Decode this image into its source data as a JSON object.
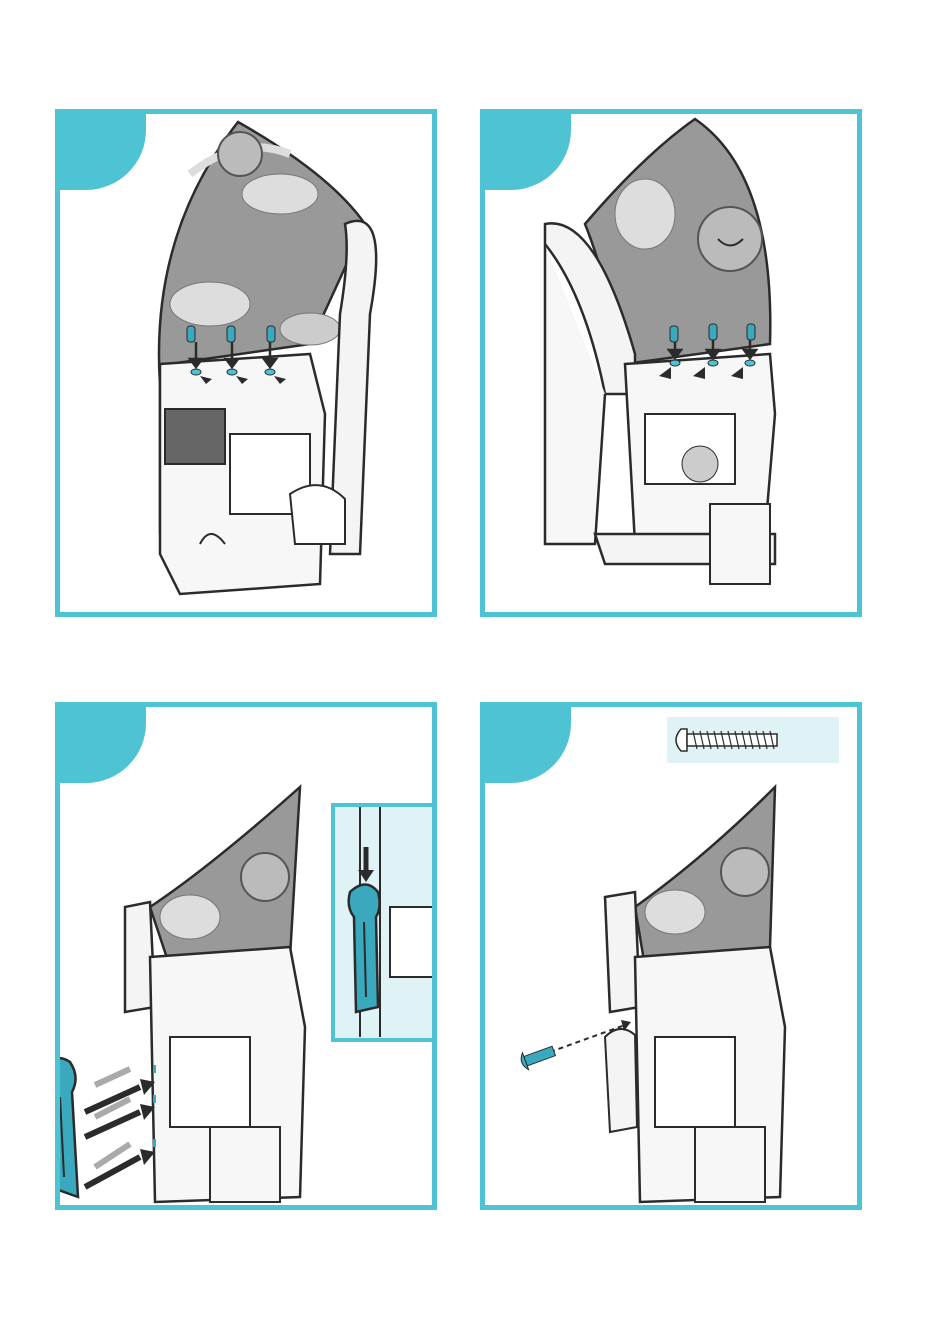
{
  "colors": {
    "accent": "#4ec3d3",
    "part_teal": "#3aa9bd",
    "line": "#2b2b2b",
    "canopy_gray": "#8c8c8c"
  },
  "steps": [
    {
      "id": "step-1",
      "action": "insert-canopy-tabs",
      "icon": "canopy-tabs-icon"
    },
    {
      "id": "step-2",
      "action": "insert-canopy-tabs-other-side",
      "icon": "canopy-tabs-icon"
    },
    {
      "id": "step-3",
      "action": "attach-side-bracket",
      "icon": "bracket-icon",
      "detail_inset": true
    },
    {
      "id": "step-4",
      "action": "drive-screw",
      "icon": "screw-icon",
      "hardware_callout": true
    }
  ]
}
